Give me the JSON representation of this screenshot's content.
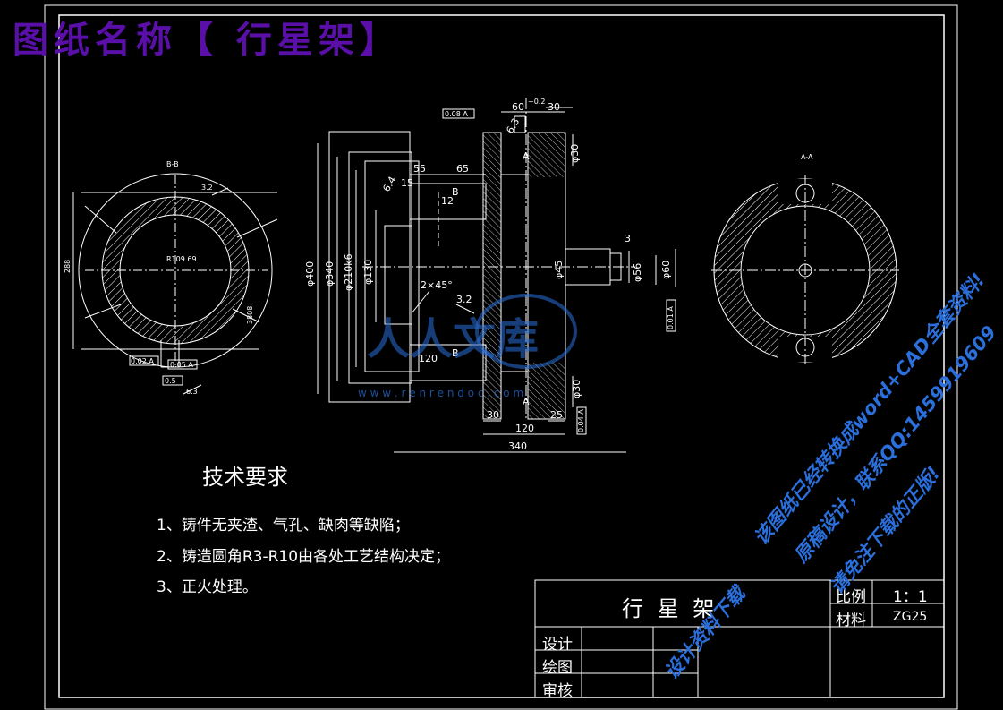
{
  "drawing_title": "图纸名称【 行星架】",
  "views": {
    "section_bb": {
      "label": "B-B",
      "radius_label": "R109.69",
      "roughness": "3.2",
      "dim_left": "288",
      "dim_right": "3808",
      "tol1": "0.02 A",
      "tol2": "0.05 A",
      "tol3": "0.5",
      "roughness2": "6.3"
    },
    "main": {
      "top_dim": "60",
      "top_tol": "+0.2\n0",
      "dim_30_top": "30",
      "dim_55": "55",
      "dim_65": "65",
      "dim_15": "15",
      "dim_12": "12",
      "dim_phi400": "φ400",
      "dim_phi340": "φ340",
      "dim_phi210": "φ210k6",
      "dim_phi130": "φ130",
      "dim_phi45": "φ45",
      "dim_phi56": "φ56",
      "dim_phi60": "φ60",
      "dim_phi30_top": "φ30",
      "dim_phi30_bot": "φ30",
      "chamfer": "2×45°",
      "rough_32": "3.2",
      "rough_63": "6.3",
      "rough_64": "6.4",
      "dim_120_inner": "120",
      "label_b_top": "B",
      "label_b_bot": "B",
      "label_a_top": "A",
      "label_a_bot": "A",
      "dim_3": "3",
      "dim_30_bl": "30",
      "dim_25": "25",
      "dim_120": "120",
      "dim_340": "340",
      "tol_top": "0.08 A",
      "tol_right": "0.01 A",
      "tol_bot": "0.04 A"
    },
    "section_aa": {
      "label": "A-A"
    }
  },
  "tech_requirements": {
    "title": "技术要求",
    "items": [
      "1、铸件无夹渣、气孔、缺肉等缺陷；",
      "2、铸造圆角R3-R10由各处工艺结构决定；",
      "3、正火处理。"
    ]
  },
  "title_block": {
    "part_name": "行 星 架",
    "scale_label": "比例",
    "scale_value": "1：1",
    "material_label": "材料",
    "material_value": "ZG25",
    "rows": [
      "设计",
      "绘图",
      "审核"
    ]
  },
  "watermark": {
    "logo_text": "人人文库",
    "url": "w w w . r e n r e n d o c . c o m",
    "lines": [
      "该图纸已经转换成word+CAD全套资料!",
      "原稿设计，联系QQ:1459919609",
      "请免注下载的正版!",
      "设计资料下载"
    ]
  },
  "colors": {
    "background": "#000000",
    "lines": "#ffffff",
    "title": "#5a0fa8",
    "watermark": "#2a6fdb"
  }
}
